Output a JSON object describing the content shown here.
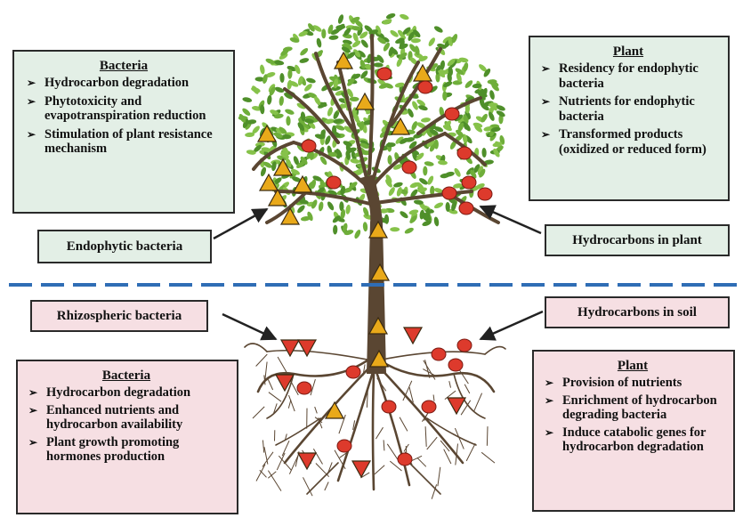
{
  "top_left": {
    "title": "Bacteria",
    "items": [
      "Hydrocarbon degradation",
      "Phytotoxicity and evapotranspiration reduction",
      "Stimulation of plant resistance mechanism"
    ]
  },
  "top_right": {
    "title": "Plant",
    "items": [
      "Residency for endophytic bacteria",
      "Nutrients for endophytic bacteria",
      "Transformed products (oxidized or reduced form)"
    ]
  },
  "bottom_left": {
    "title": "Bacteria",
    "items": [
      "Hydrocarbon degradation",
      "Enhanced nutrients and hydrocarbon availability",
      "Plant growth promoting hormones production"
    ]
  },
  "bottom_right": {
    "title": "Plant",
    "items": [
      "Provision of nutrients",
      "Enrichment of hydrocarbon degrading bacteria",
      "Induce catabolic genes for hydrocarbon degradation"
    ]
  },
  "labels": {
    "endophytic": "Endophytic bacteria",
    "hc_plant": "Hydrocarbons in plant",
    "rhizospheric": "Rhizospheric bacteria",
    "hc_soil": "Hydrocarbons in soil"
  },
  "colors": {
    "green_box": "#e3efe6",
    "pink_box": "#f6dfe3",
    "leaf": "#6fae3a",
    "trunk": "#5a4632",
    "triangle_fill": "#e9a91a",
    "dot_fill": "#dd3a2c",
    "divider": "#2f6db5"
  },
  "icons": [
    "leaf",
    "triangle-marker",
    "circle-marker",
    "inverted-triangle-marker",
    "arrow"
  ]
}
